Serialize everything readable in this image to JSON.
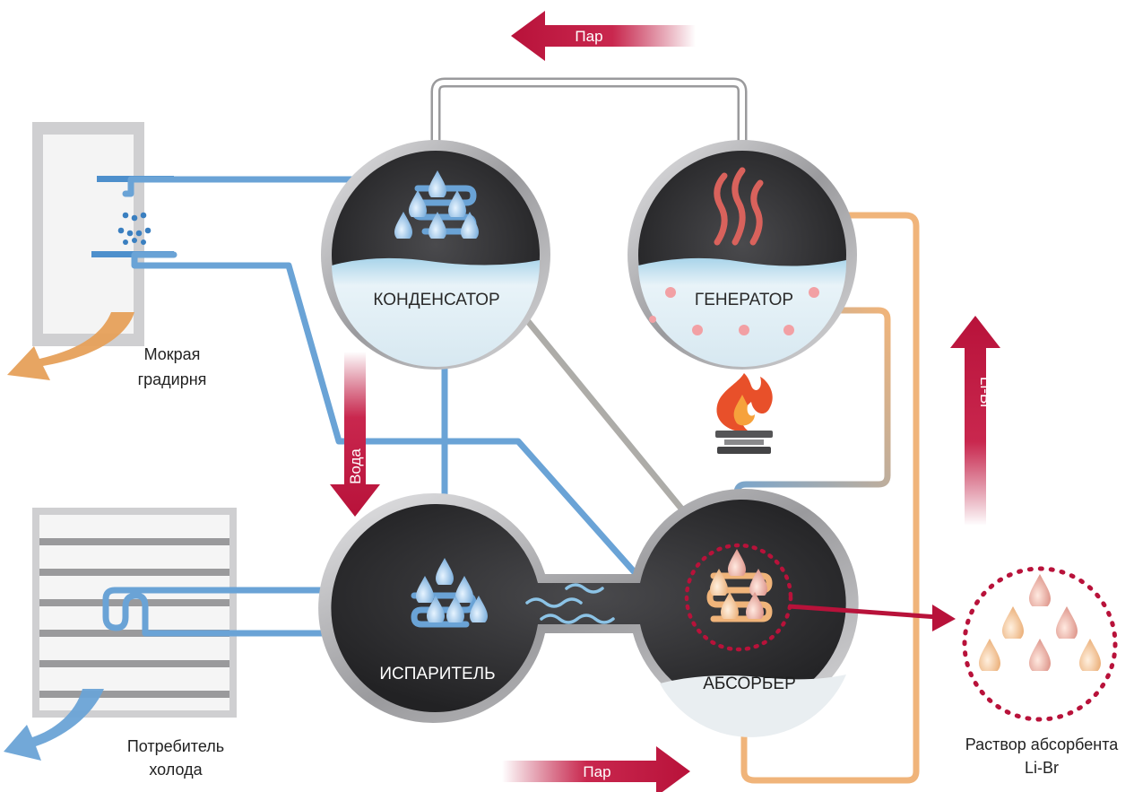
{
  "colors": {
    "water_pipe": "#6aa3d6",
    "solution_pipe": "#f0b47a",
    "hot_solution_pipe": "#e8868a",
    "arrow_red": "#b8123a",
    "vessel_dark": "#3a3a3c",
    "vessel_rim": "#b9b9bb",
    "liquid": "#dcebf3"
  },
  "vessels": {
    "condenser": "КОНДЕНСАТОР",
    "generator": "ГЕНЕРАТОР",
    "evaporator": "ИСПАРИТЕЛЬ",
    "absorber": "АБСОРБЕР"
  },
  "arrows": {
    "steam_top": "Пар",
    "steam_bottom": "Пар",
    "water": "Вода",
    "li_br": "Li-Br"
  },
  "labels": {
    "cooling_tower_line1": "Мокрая",
    "cooling_tower_line2": "градирня",
    "consumer_line1": "Потребитель",
    "consumer_line2": "холода",
    "solution_line1": "Раствор абсорбента",
    "solution_line2": "Li-Br"
  },
  "icons": [
    "flame-icon",
    "burner-icon",
    "water-drop-icon",
    "wave-icon",
    "louver-icon",
    "flow-arrow-icon"
  ]
}
